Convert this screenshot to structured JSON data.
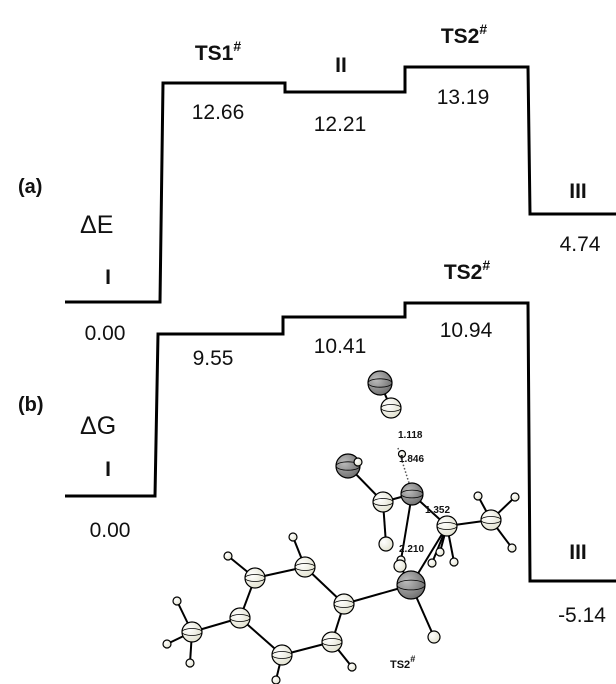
{
  "panels": {
    "a": {
      "tag": "(a)",
      "quantity": "ΔE",
      "states": [
        {
          "label": "I",
          "value": "0.00",
          "energy": 0.0
        },
        {
          "label": "TS1",
          "sup": "#",
          "value": "12.66",
          "energy": 12.66
        },
        {
          "label": "II",
          "value": "12.21",
          "energy": 12.21
        },
        {
          "label": "TS2",
          "sup": "#",
          "value": "13.19",
          "energy": 13.19
        },
        {
          "label": "III",
          "value": "4.74",
          "energy": 4.74
        }
      ]
    },
    "b": {
      "tag": "(b)",
      "quantity": "ΔG",
      "states": [
        {
          "label": "I",
          "value": "0.00",
          "energy": 0.0
        },
        {
          "label": "",
          "value": "9.55",
          "energy": 9.55
        },
        {
          "label": "",
          "value": "10.41",
          "energy": 10.41
        },
        {
          "label": "TS2",
          "sup": "#",
          "value": "10.94",
          "energy": 10.94
        },
        {
          "label": "III",
          "value": "-5.14",
          "energy": -5.14
        }
      ]
    }
  },
  "structure": {
    "caption": "TS2",
    "caption_sup": "#",
    "bond_labels": [
      "1.118",
      "1.846",
      "1.352",
      "2.210"
    ]
  }
}
